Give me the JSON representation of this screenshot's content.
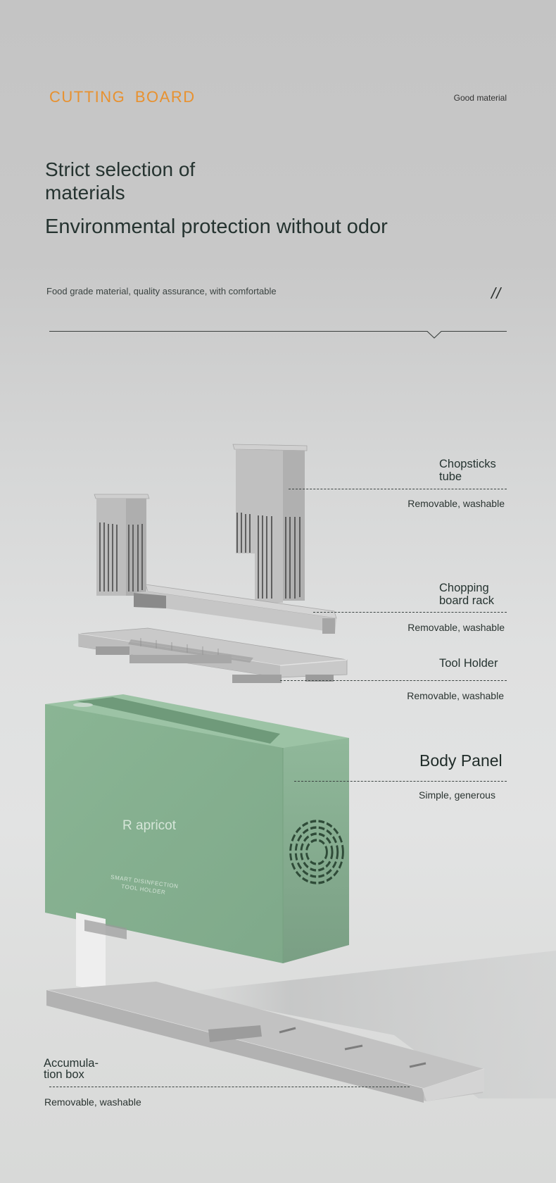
{
  "header": {
    "brand": "CUTTING BOARD",
    "tag": "Good material",
    "brand_color": "#E8912F"
  },
  "intro": {
    "title_line1": "Strict selection of",
    "title_line2": "materials",
    "subtitle": "Environmental protection without odor",
    "description": "Food grade material, quality assurance, with comfortable",
    "slash_mark": "//"
  },
  "product": {
    "brand_on_body": "R apricot",
    "body_print_line1": "SMART DISINFECTION",
    "body_print_line2": "TOOL HOLDER",
    "body_color": "#84AD8E"
  },
  "callouts": [
    {
      "title_line1": "Chopsticks",
      "title_line2": "tube",
      "subtitle": "Removable, washable"
    },
    {
      "title_line1": "Chopping",
      "title_line2": "board rack",
      "subtitle": "Removable, washable"
    },
    {
      "title_line1": "Tool Holder",
      "title_line2": "",
      "subtitle": "Removable, washable"
    },
    {
      "title_line1": "Body Panel",
      "title_line2": "",
      "subtitle": "Simple, generous"
    },
    {
      "title_line1": "Accumula-",
      "title_line2": "tion box",
      "subtitle": "Removable, washable"
    }
  ]
}
